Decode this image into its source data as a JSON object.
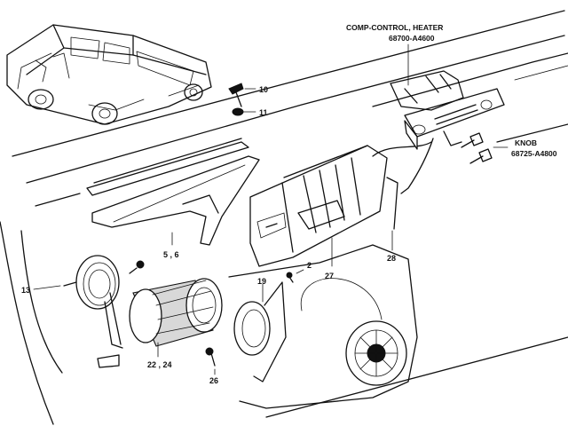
{
  "parts": {
    "comp_control": {
      "name": "COMP-CONTROL, HEATER",
      "number": "68700-A4600"
    },
    "knob": {
      "name": "KNOB",
      "number": "68725-A4800"
    }
  },
  "callouts": [
    "10",
    "11",
    "5 , 6",
    "2",
    "27",
    "28",
    "13",
    "19",
    "22 , 24",
    "26"
  ]
}
